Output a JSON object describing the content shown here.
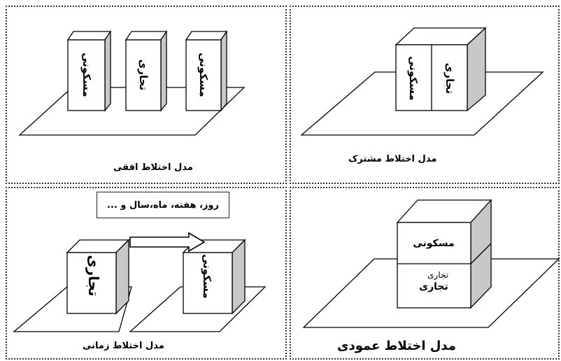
{
  "panels": {
    "horizontal": {
      "caption": "مدل اختلاط افقی",
      "blocks": [
        "مسکونی",
        "تجاری",
        "مسکونی"
      ]
    },
    "shared": {
      "caption": "مدل اختلاط مشترک",
      "blocks": [
        "مسکونی",
        "تجاری"
      ]
    },
    "temporal": {
      "caption": "مدل اختلاط زمانی",
      "time_note": "روز، هفته، ماه،سال و ...",
      "blocks": [
        "تجاری",
        "مسکونی"
      ]
    },
    "vertical": {
      "caption": "مدل اختلاط عمودی",
      "upper_block": "مسکونی",
      "lower_block_small": "تجاری",
      "lower_block": "تجاری"
    }
  }
}
